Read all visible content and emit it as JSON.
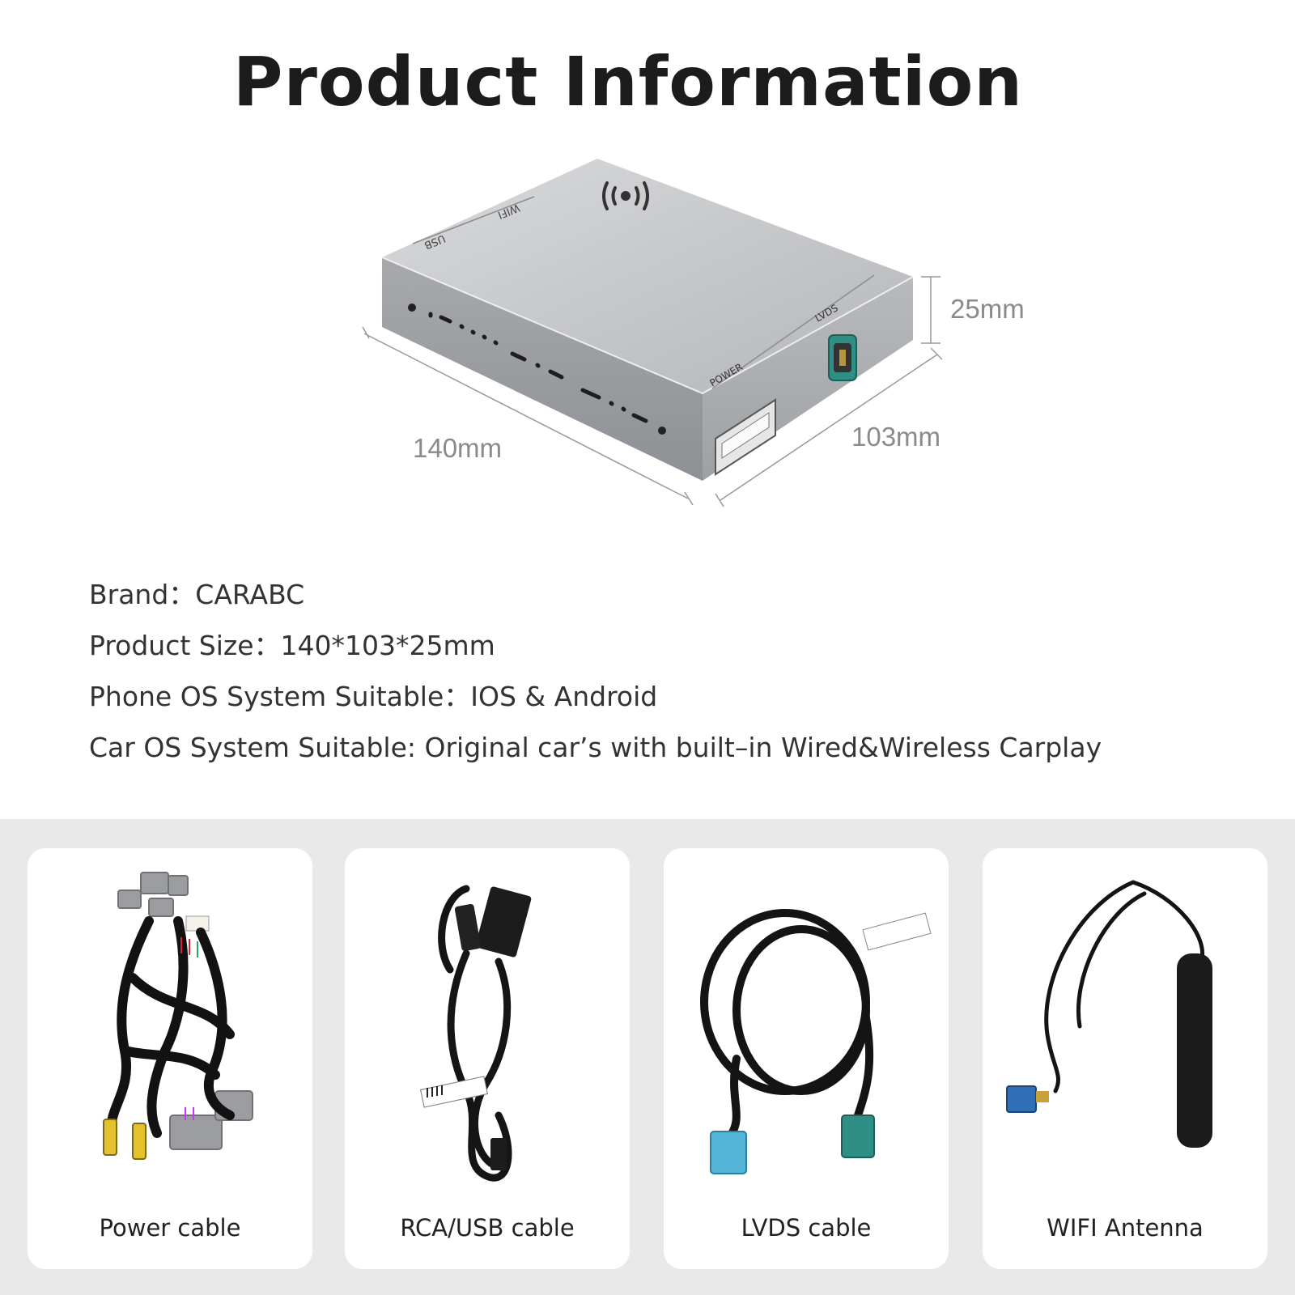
{
  "header": {
    "title": "Product Information"
  },
  "device": {
    "dims": {
      "width": "140mm",
      "depth": "103mm",
      "height": "25mm"
    },
    "port_labels": {
      "usb": "USB",
      "wifi": "WIFI",
      "lvds": "LVDS",
      "power": "POWER"
    }
  },
  "specs": [
    {
      "label": "Brand",
      "sep": "：",
      "value": "CARABC"
    },
    {
      "label": "Product Size",
      "sep": "：",
      "value": "140*103*25mm"
    },
    {
      "label": "Phone OS System Suitable",
      "sep": "：",
      "value": "IOS & Android"
    },
    {
      "label": "Car OS System Suitable",
      "sep": ": ",
      "value": "Original car’s with built–in Wired&Wireless Carplay"
    }
  ],
  "accessories": [
    {
      "label": "Power cable",
      "icon": "power-cable-icon"
    },
    {
      "label": "RCA/USB cable",
      "icon": "rca-usb-cable-icon"
    },
    {
      "label": "LVDS cable",
      "icon": "lvds-cable-icon"
    },
    {
      "label": "WIFI Antenna",
      "icon": "wifi-antenna-icon"
    }
  ],
  "colors": {
    "band_background": "#e9e9e9",
    "device_top": "#c9cacc",
    "lvds_connector": "#2f8f86",
    "lvds_connector_blue": "#55b5d8"
  }
}
